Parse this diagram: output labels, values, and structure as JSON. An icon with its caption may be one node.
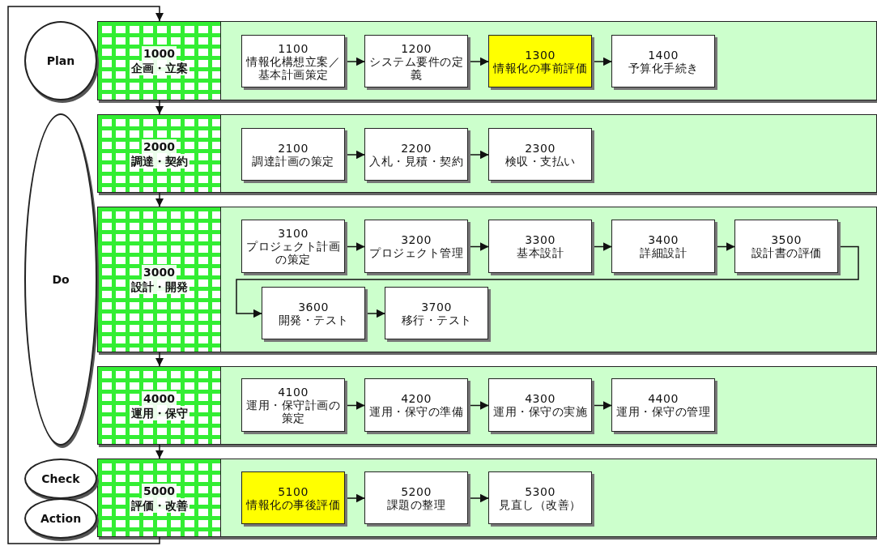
{
  "diagram": {
    "nodes": [
      {
        "text": [
          "Plan"
        ]
      },
      {
        "text": [
          "1000",
          "企画・立案"
        ]
      },
      {
        "text": [
          "1100",
          "情報化構想立案／基本計画策定"
        ],
        "in": 1
      },
      {
        "text": [
          "1200",
          "システム要件の定義"
        ],
        "in": 1
      },
      {
        "text": [
          "1300",
          "情報化の事前評価"
        ],
        "in": 1
      },
      {
        "text": [
          "1400",
          "予算化手続き"
        ],
        "in": 1
      },
      {
        "text": [
          "Do"
        ]
      },
      {
        "text": [
          "2000",
          "調達・契約"
        ]
      },
      {
        "text": [
          "2100",
          "調達計画の策定"
        ],
        "in": 7
      },
      {
        "text": [
          "2200",
          "入札・見積・契約"
        ],
        "in": 7
      },
      {
        "text": [
          "2300",
          "検収・支払い"
        ],
        "in": 7
      },
      {
        "text": [
          "3000",
          "設計・開発"
        ]
      },
      {
        "text": [
          "3100",
          "プロジェクト計画の策定"
        ],
        "in": 11
      },
      {
        "text": [
          "3200",
          "プロジェクト管理"
        ],
        "in": 11
      },
      {
        "text": [
          "3300",
          "基本設計"
        ],
        "in": 11
      },
      {
        "text": [
          "3400",
          "詳細設計"
        ],
        "in": 11
      },
      {
        "text": [
          "3500",
          "設計書の評価"
        ],
        "in": 11
      },
      {
        "text": [
          "3600",
          "開発・テスト"
        ],
        "in": 11
      },
      {
        "text": [
          "3700",
          "移行・テスト"
        ],
        "in": 11
      },
      {
        "text": [
          "4000",
          "運用・保守"
        ]
      },
      {
        "text": [
          "4100",
          "運用・保守計画の策定"
        ],
        "in": 19
      },
      {
        "text": [
          "4200",
          "運用・保守の準備"
        ],
        "in": 19
      },
      {
        "text": [
          "4300",
          "運用・保守の実施"
        ],
        "in": 19
      },
      {
        "text": [
          "4400",
          "運用・保守の管理"
        ],
        "in": 19
      },
      {
        "text": [
          "Check"
        ]
      },
      {
        "text": [
          "Action"
        ]
      },
      {
        "text": [
          "5000",
          "評価・改善"
        ]
      },
      {
        "text": [
          "5100",
          "情報化の事後評価"
        ],
        "in": 26
      },
      {
        "text": [
          "5200",
          "課題の整理"
        ],
        "in": 26
      },
      {
        "text": [
          "5300",
          "見直し（改善）"
        ],
        "in": 26
      }
    ],
    "edges": [
      {
        "from": 2,
        "to": 3,
        "arrow": "to"
      },
      {
        "from": 3,
        "to": 4,
        "arrow": "to"
      },
      {
        "from": 4,
        "to": 5,
        "arrow": "to"
      },
      {
        "from": 1,
        "to": 7,
        "arrow": "to"
      },
      {
        "from": 8,
        "to": 9,
        "arrow": "to"
      },
      {
        "from": 9,
        "to": 10,
        "arrow": "to"
      },
      {
        "from": 7,
        "to": 11,
        "arrow": "to"
      },
      {
        "from": 12,
        "to": 13,
        "arrow": "to"
      },
      {
        "from": 13,
        "to": 14,
        "arrow": "to"
      },
      {
        "from": 14,
        "to": 15,
        "arrow": "to"
      },
      {
        "from": 15,
        "to": 16,
        "arrow": "to"
      },
      {
        "from": 16,
        "to": 17,
        "arrow": "to"
      },
      {
        "from": 17,
        "to": 18,
        "arrow": "to"
      },
      {
        "from": 11,
        "to": 19,
        "arrow": "to"
      },
      {
        "from": 20,
        "to": 21,
        "arrow": "to"
      },
      {
        "from": 21,
        "to": 22,
        "arrow": "to"
      },
      {
        "from": 22,
        "to": 23,
        "arrow": "to"
      },
      {
        "from": 19,
        "to": 26,
        "arrow": "to"
      },
      {
        "from": 27,
        "to": 28,
        "arrow": "to"
      },
      {
        "from": 28,
        "to": 29,
        "arrow": "to"
      },
      {
        "from": 26,
        "to": 1,
        "arrow": "to"
      }
    ]
  }
}
